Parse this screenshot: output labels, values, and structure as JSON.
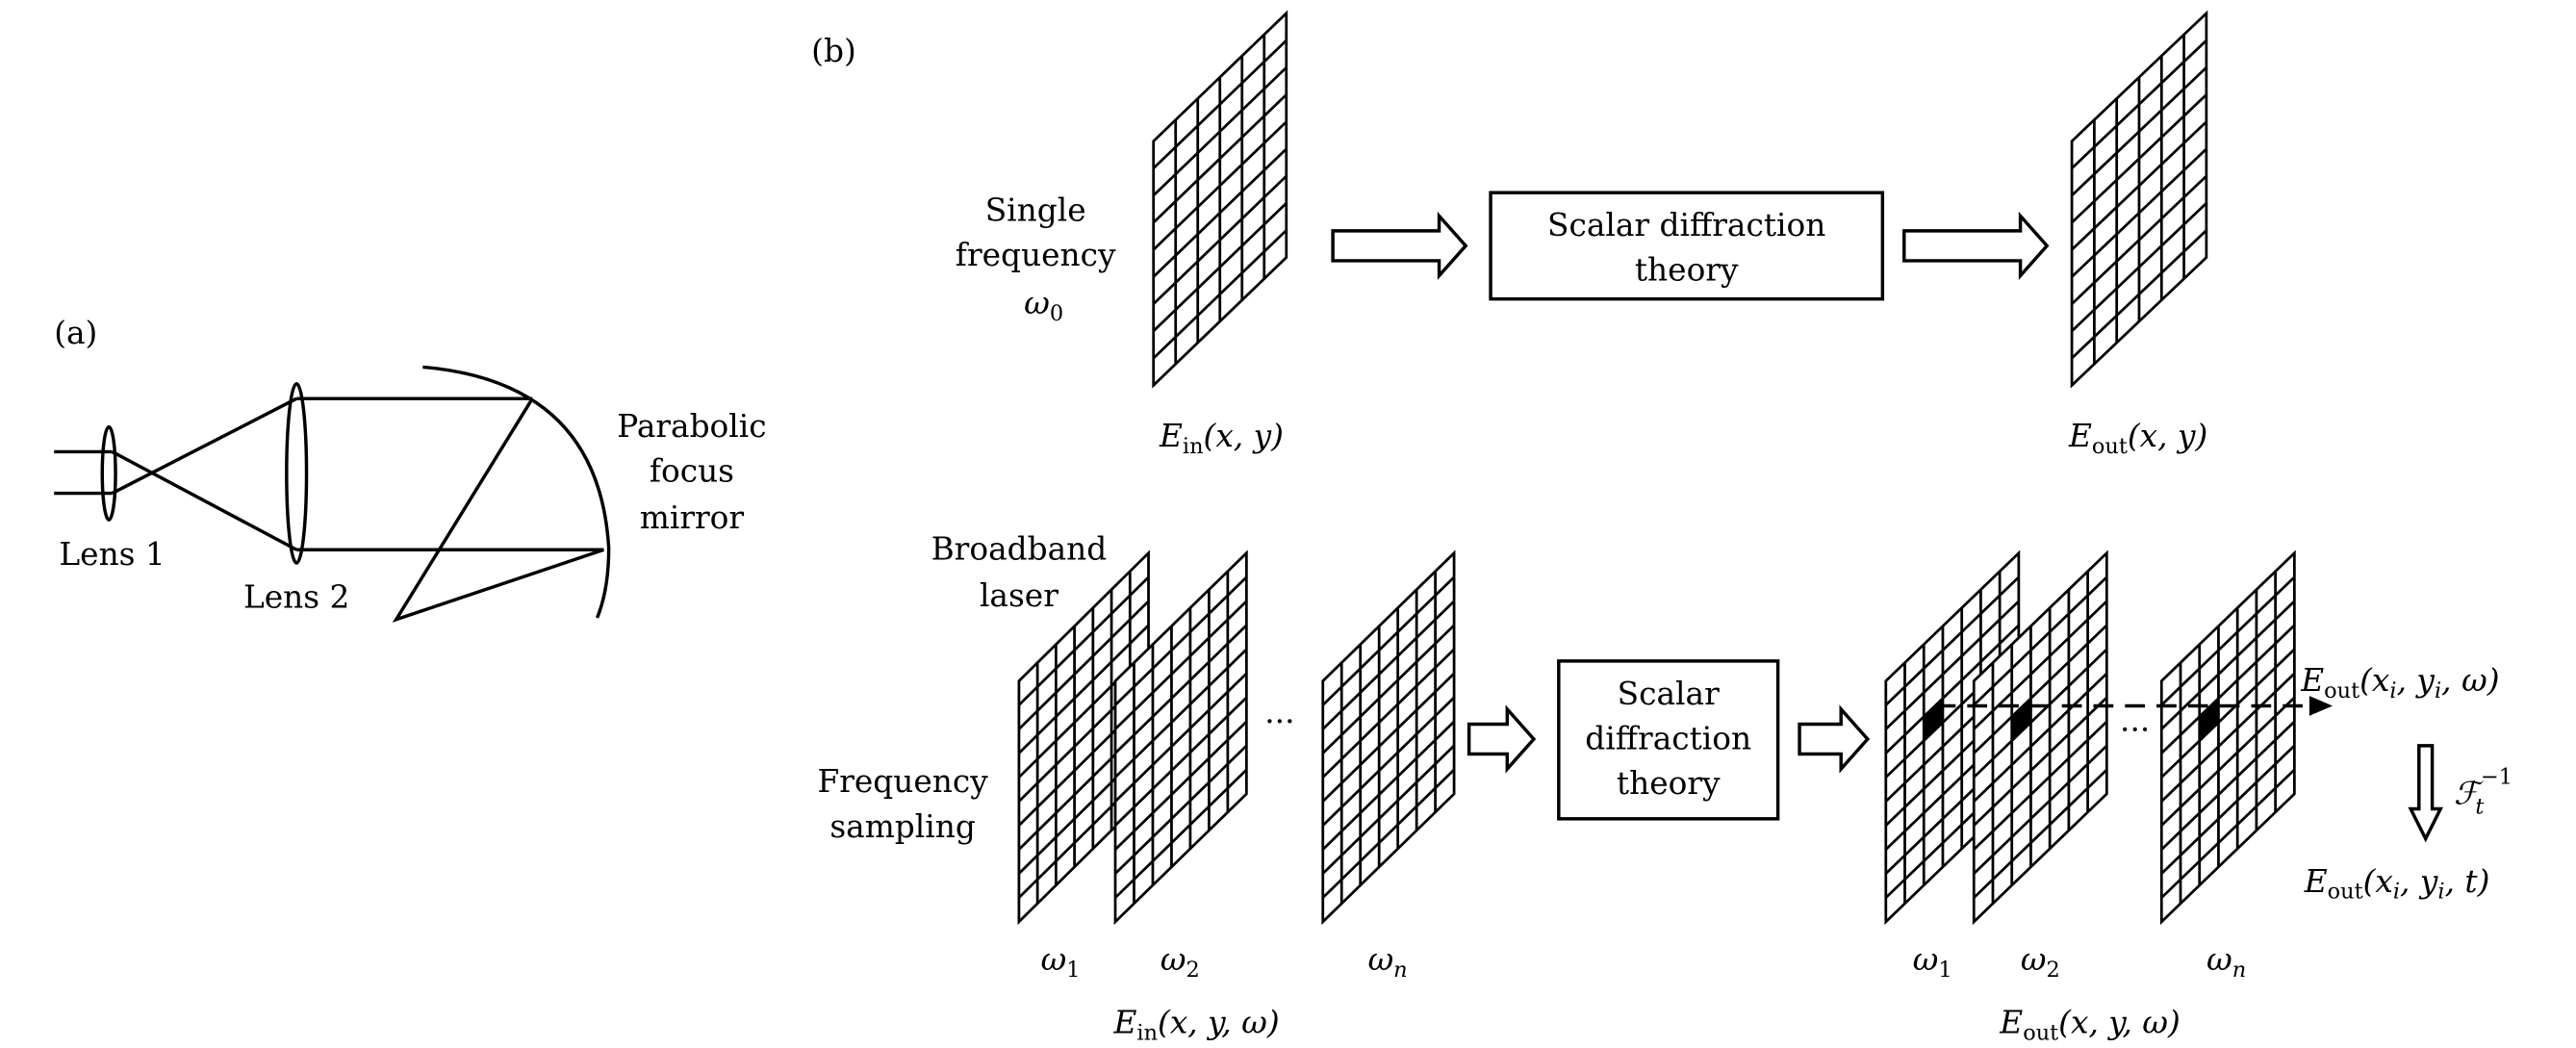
{
  "panel_a": {
    "label": "(a)",
    "lens1": "Lens 1",
    "lens2": "Lens 2",
    "mirror": [
      "Parabolic",
      "focus",
      "mirror"
    ]
  },
  "panel_b": {
    "label": "(b)",
    "top": {
      "source": [
        "Single",
        "frequency",
        "ω",
        "0"
      ],
      "box": [
        "Scalar diffraction",
        "theory"
      ],
      "input_label": {
        "E": "E",
        "sub": "in",
        "args": "(x, y)"
      },
      "output_label": {
        "E": "E",
        "sub": "out",
        "args": "(x, y)"
      }
    },
    "bottom": {
      "source": [
        "Broadband",
        "laser"
      ],
      "sampling": [
        "Frequency",
        "sampling"
      ],
      "box": [
        "Scalar",
        "diffraction",
        "theory"
      ],
      "ellipsis": "···",
      "input_freqs": [
        {
          "w": "ω",
          "s": "1"
        },
        {
          "w": "ω",
          "s": "2"
        },
        {
          "w": "ω",
          "s": "n"
        }
      ],
      "output_freqs": [
        {
          "w": "ω",
          "s": "1"
        },
        {
          "w": "ω",
          "s": "2"
        },
        {
          "w": "ω",
          "s": "n"
        }
      ],
      "input_label": {
        "E": "E",
        "sub": "in",
        "args": "(x, y, ω)"
      },
      "output_label": {
        "E": "E",
        "sub": "out",
        "args": "(x, y, ω)"
      },
      "point_label": {
        "E": "E",
        "sub": "out",
        "args": "(x",
        "i": "i",
        "args2": ", y",
        "i2": "i",
        "args3": ", ω)"
      },
      "transform": {
        "F": "ℱ",
        "sub": "t",
        "sup": "−1"
      },
      "time_label": {
        "E": "E",
        "sub": "out",
        "args": "(x",
        "i": "i",
        "args2": ", y",
        "i2": "i",
        "args3": ", t)"
      }
    }
  }
}
